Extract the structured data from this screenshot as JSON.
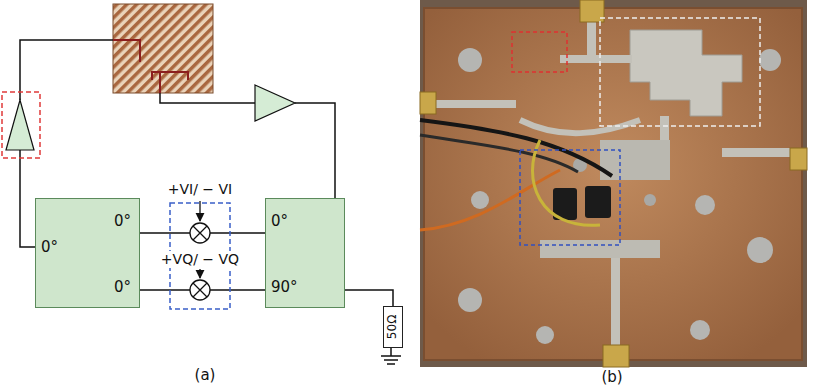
{
  "diagram": {
    "nodes": [
      {
        "text": [
          "0°",
          "0°",
          "0°"
        ]
      },
      {
        "text": [
          "0°",
          "90°"
        ]
      },
      {
        "text": [
          "50Ω"
        ]
      }
    ],
    "edges": [
      {
        "from": 1,
        "to": 2,
        "arrow": "none"
      }
    ],
    "labels": [
      "+VI/ − VI",
      "+VQ/ − VQ",
      "(a)",
      "(b)"
    ]
  }
}
